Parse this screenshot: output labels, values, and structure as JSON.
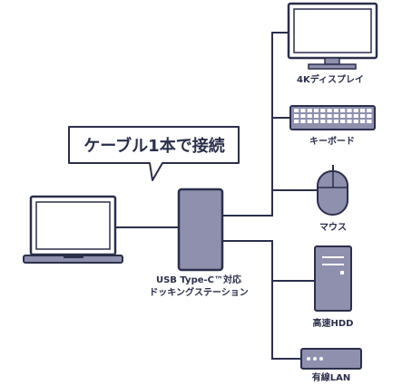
{
  "callout": {
    "text": "ケーブル1本で接続"
  },
  "hub": {
    "label_line1": "USB Type-C™対応",
    "label_line2": "ドッキングステーション"
  },
  "devices": [
    {
      "id": "display",
      "label": "4Kディスプレイ",
      "icon": "monitor-icon"
    },
    {
      "id": "keyboard",
      "label": "キーボード",
      "icon": "keyboard-icon"
    },
    {
      "id": "mouse",
      "label": "マウス",
      "icon": "mouse-icon"
    },
    {
      "id": "hdd",
      "label": "高速HDD",
      "icon": "hdd-tower-icon"
    },
    {
      "id": "lan",
      "label": "有線LAN",
      "icon": "lan-router-icon"
    }
  ],
  "colors": {
    "stroke": "#2b2f4a",
    "fill": "#8e90ad",
    "fill_light": "#b9bbd0",
    "background": "#ffffff"
  }
}
